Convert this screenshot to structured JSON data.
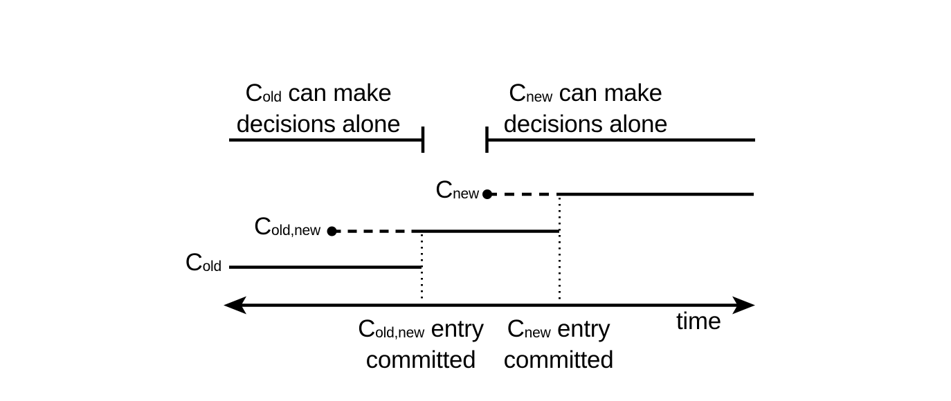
{
  "colors": {
    "ink": "#000000",
    "background": "#ffffff"
  },
  "annotations": {
    "old_alone": {
      "c": "C",
      "sub": "old",
      "rest": " can make",
      "line2": "decisions alone"
    },
    "new_alone": {
      "c": "C",
      "sub": "new",
      "rest": " can make",
      "line2": "decisions alone"
    }
  },
  "timelines": {
    "c_new": {
      "c": "C",
      "sub": "new"
    },
    "c_old_new": {
      "c": "C",
      "sub": "old,new"
    },
    "c_old": {
      "c": "C",
      "sub": "old"
    }
  },
  "milestones": {
    "old_new_committed": {
      "c": "C",
      "sub": "old,new",
      "rest": " entry",
      "line2": "committed"
    },
    "new_committed": {
      "c": "C",
      "sub": "new",
      "rest": " entry",
      "line2": "committed"
    }
  },
  "axis": {
    "label": "time"
  }
}
